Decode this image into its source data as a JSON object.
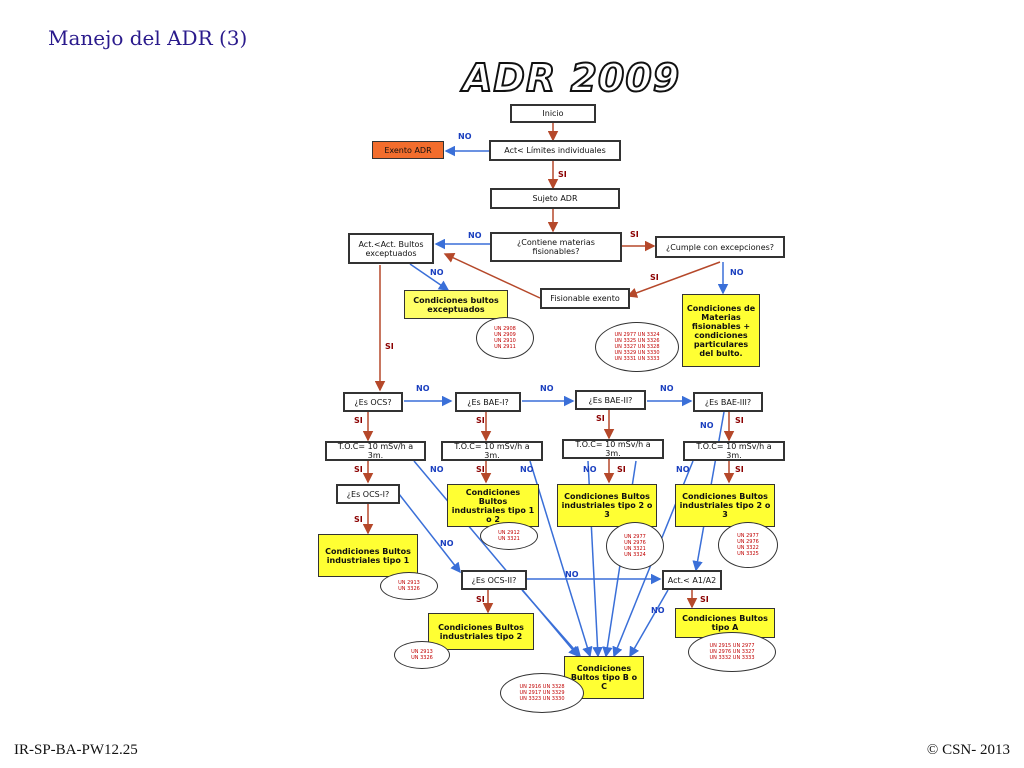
{
  "slide_title": "Manejo del ADR (3)",
  "diagram_title": "ADR 2009",
  "footer_left": "IR-SP-BA-PW12.25",
  "footer_right": "© CSN- 2013",
  "nodes": {
    "inicio": "Inicio",
    "exento": "Exento ADR",
    "act_limites": "Act< Límites individuales",
    "sujeto": "Sujeto ADR",
    "contiene": "¿Contiene materias fisionables?",
    "cumple": "¿Cumple con excepciones?",
    "act_bultos_exceptuados": "Act.<Act. Bultos exceptuados",
    "fisionable_exento": "Fisionable exento",
    "cond_exceptuados": "Condiciones bultos exceptuados",
    "cond_fisionables": "Condiciones de Materias fisionables + condiciones particulares del bulto.",
    "es_ocs": "¿Es OCS?",
    "es_bae1": "¿Es BAE-I?",
    "es_bae2": "¿Es BAE-II?",
    "es_bae3": "¿Es BAE-III?",
    "toc1": "T.O.C= 10 mSv/h a 3m.",
    "toc2": "T.O.C= 10 mSv/h a 3m.",
    "toc3": "T.O.C= 10 mSv/h a 3m.",
    "toc4": "T.O.C= 10 mSv/h a 3m.",
    "es_ocs1": "¿Es OCS-I?",
    "cond_tipo12": "Condiciones Bultos industriales tipo 1 o 2",
    "cond_tipo23a": "Condiciones Bultos industriales tipo 2 o 3",
    "cond_tipo23b": "Condiciones Bultos industriales tipo 2 o 3",
    "cond_tipo1": "Condiciones Bultos industriales tipo 1",
    "es_ocs2": "¿Es OCS-II?",
    "act_a1a2": "Act.< A1/A2",
    "cond_tipo2": "Condiciones Bultos industriales tipo 2",
    "cond_tipoA": "Condiciones Bultos tipo A",
    "cond_tipoBC": "Condiciones Bultos tipo B o C"
  },
  "un_ovals": {
    "exceptuados": "UN 2908\nUN 2909\nUN 2910\nUN 2911",
    "fisionables": "UN 2977 UN 3324\nUN 3325 UN 3326\nUN 3327 UN 3328\nUN 3329 UN 3330\nUN 3331 UN 3333",
    "tipo12": "UN 2912\nUN 3321",
    "tipo23a": "UN 2977\nUN 2976\nUN 3321\nUN 3324",
    "tipo23b": "UN 2977\nUN 2976\nUN 3322\nUN 3325",
    "tipo1": "UN 2913\nUN 3326",
    "tipo2": "UN 2913\nUN 3326",
    "tipoA": "UN 2915 UN 2977\nUN 2976 UN 3327\nUN 3332 UN 3333",
    "tipoBC": "UN 2916 UN 3328\nUN 2917 UN 3329\nUN 3323 UN 3330"
  },
  "labels": {
    "no": "NO",
    "si": "SI"
  },
  "colors": {
    "no_arrow": "#3a6fd8",
    "si_arrow": "#b5482a",
    "yellow": "#ffff33",
    "orange": "#f26d2d",
    "title": "#2a1a8c"
  }
}
